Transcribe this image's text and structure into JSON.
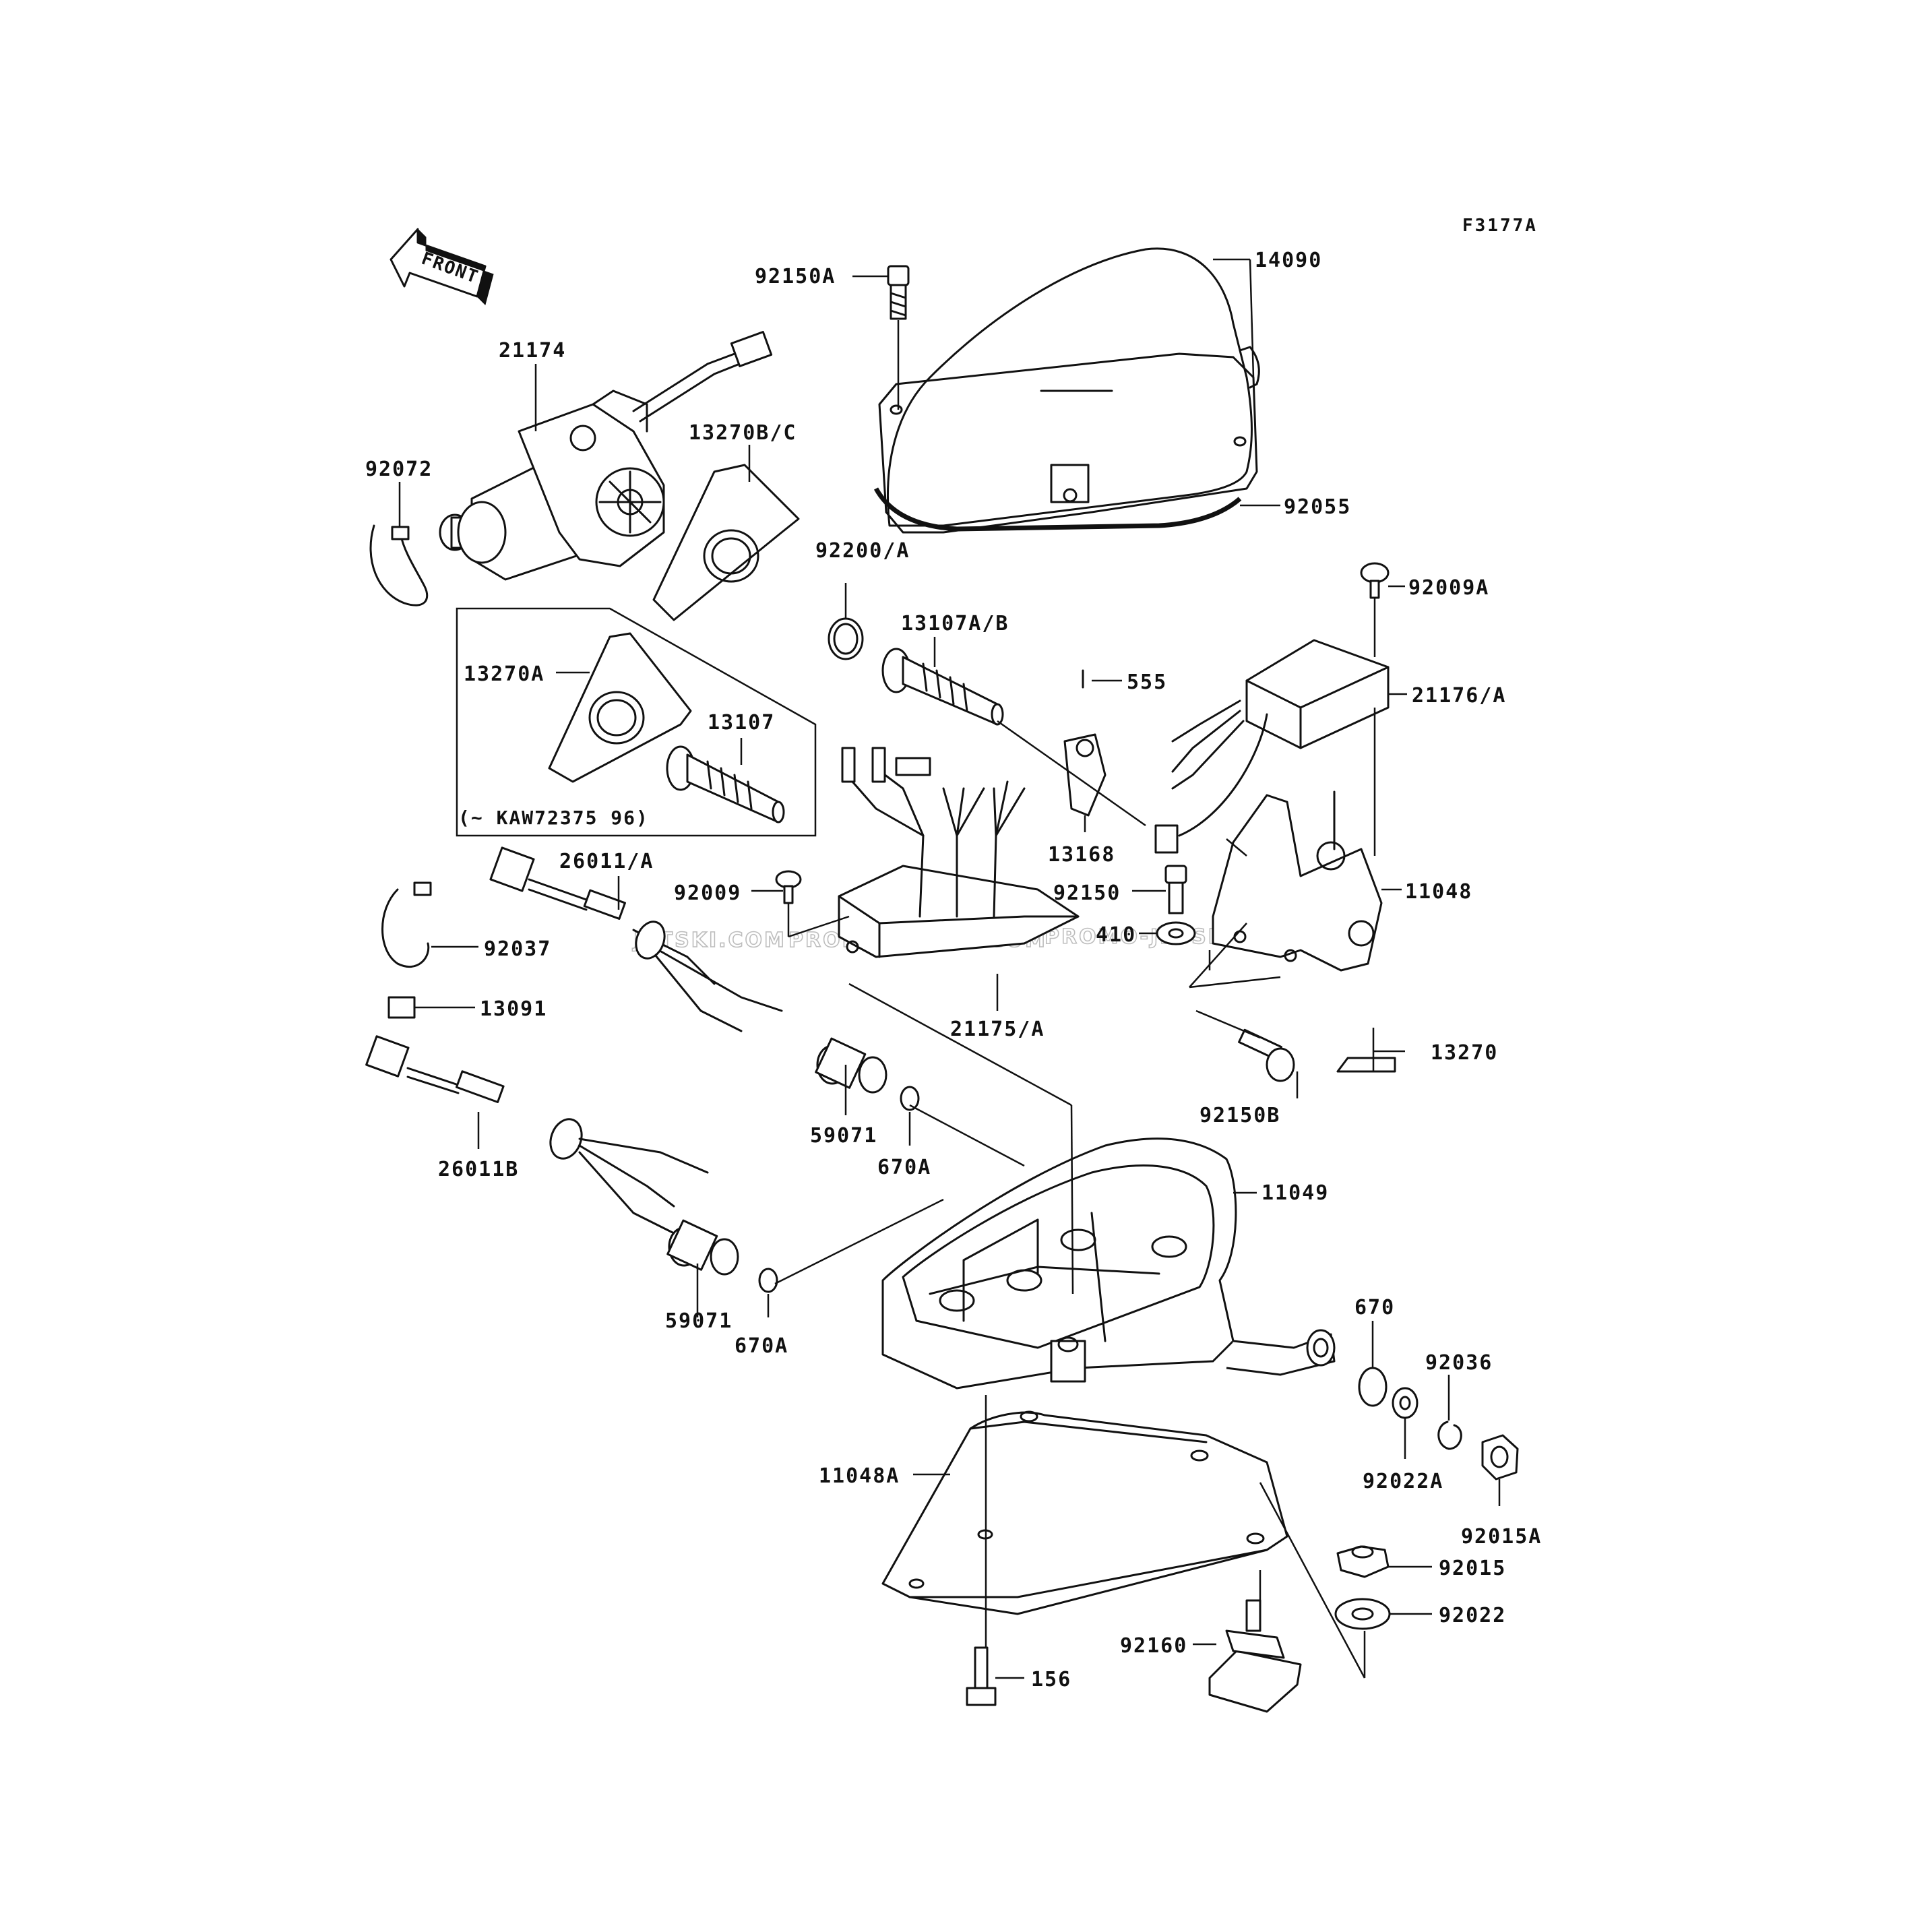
{
  "figure_code": "F3177A",
  "front_arrow_label": "FRONT",
  "watermarks": [
    "JETSKI.COM",
    "PROMO-JETSKI.COM",
    "PROMO-JETSKI.COM"
  ],
  "inset_note": "(~ KAW72375  96)",
  "parts": {
    "p92150A": "92150A",
    "p14090": "14090",
    "p21174": "21174",
    "p13270BC": "13270B/C",
    "p92072": "92072",
    "p92055": "92055",
    "p92200A": "92200/A",
    "p92009A": "92009A",
    "p13107AB": "13107A/B",
    "p555": "555",
    "p21176A": "21176/A",
    "p13270A": "13270A",
    "p13107": "13107",
    "p13168": "13168",
    "p26011A": "26011/A",
    "p92009": "92009",
    "p92150": "92150",
    "p11048": "11048",
    "p410": "410",
    "p92037": "92037",
    "p13091": "13091",
    "p21175A": "21175/A",
    "p13270": "13270",
    "p59071a": "59071",
    "p670Aa": "670A",
    "p92150B": "92150B",
    "p26011B": "26011B",
    "p11049": "11049",
    "p59071b": "59071",
    "p670Ab": "670A",
    "p670": "670",
    "p92036": "92036",
    "p92022A": "92022A",
    "p11048A": "11048A",
    "p92015A": "92015A",
    "p92015": "92015",
    "p92022": "92022",
    "p92160": "92160",
    "p156": "156"
  }
}
